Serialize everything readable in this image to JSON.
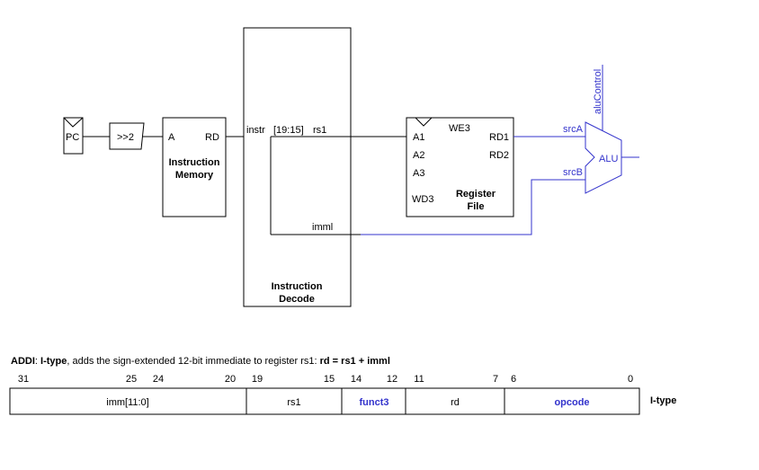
{
  "colors": {
    "wire_blue": "#3333cc",
    "line": "#000000",
    "background": "#ffffff"
  },
  "diagram": {
    "pc": "PC",
    "shift": ">>2",
    "imem": {
      "a": "A",
      "rd": "RD",
      "title_line1": "Instruction",
      "title_line2": "Memory"
    },
    "decode": {
      "instr": "instr",
      "bits": "[19:15]",
      "rs1": "rs1",
      "imm": "imml",
      "title_line1": "Instruction",
      "title_line2": "Decode"
    },
    "regfile": {
      "we3": "WE3",
      "a1": "A1",
      "a2": "A2",
      "a3": "A3",
      "wd3": "WD3",
      "rd1": "RD1",
      "rd2": "RD2",
      "title_line1": "Register",
      "title_line2": "File"
    },
    "alu": {
      "src_a": "srcA",
      "src_b": "srcB",
      "label": "ALU",
      "control": "aluControl"
    }
  },
  "caption": {
    "name": "ADDI",
    "sep1": ": ",
    "type": "I-type",
    "desc": ", adds the sign-extended 12-bit immediate to register rs1: ",
    "formula": "rd = rs1 + imml"
  },
  "encoding": {
    "bit_labels": [
      "31",
      "25",
      "24",
      "20",
      "19",
      "15",
      "14",
      "12",
      "11",
      "7",
      "6",
      "0"
    ],
    "fields": [
      {
        "name": "imm[11:0]",
        "highlight": false
      },
      {
        "name": "rs1",
        "highlight": false
      },
      {
        "name": "funct3",
        "highlight": true
      },
      {
        "name": "rd",
        "highlight": false
      },
      {
        "name": "opcode",
        "highlight": true
      }
    ],
    "format": "I-type"
  }
}
